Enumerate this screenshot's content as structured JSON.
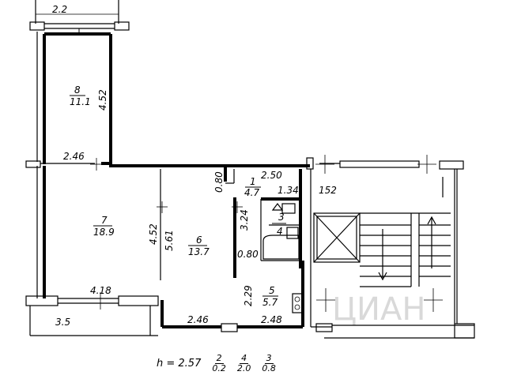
{
  "plan": {
    "watermark": "ЦИАН",
    "rooms": [
      {
        "number": "8",
        "area": "11.1"
      },
      {
        "number": "7",
        "area": "18.9"
      },
      {
        "number": "6",
        "area": "13.7"
      },
      {
        "number": "1",
        "area": "4.7"
      },
      {
        "number": "3",
        "area": "4"
      },
      {
        "number": "5",
        "area": "5.7"
      }
    ],
    "dimensions": {
      "balcony_top": "2.2",
      "room8_height": "4.52",
      "room7_top": "2.46",
      "room7_height": "4.52",
      "room7_bottom": "4.18",
      "loggia_bottom": "3.5",
      "room6_height": "5.61",
      "room6_bottom": "2.46",
      "hall_top": "2.50",
      "closet_width": "0.80",
      "bath_width": "1.34",
      "stair_width": "152",
      "bath_height": "3.24",
      "wc_width": "0.80",
      "kitchen_height": "2.29",
      "kitchen_bottom": "2.48"
    }
  },
  "footer": {
    "ceiling_height": "h = 2.57",
    "fractions": [
      {
        "top": "2",
        "bottom": "0.2"
      },
      {
        "top": "4",
        "bottom": "2.0"
      },
      {
        "top": "3",
        "bottom": "0.8"
      }
    ]
  }
}
